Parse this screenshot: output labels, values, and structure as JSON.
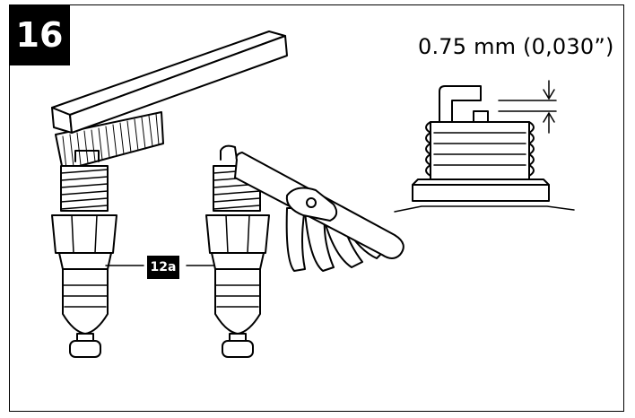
{
  "step": {
    "number": "16"
  },
  "gap_spec": {
    "text": "0.75 mm (0,030”)"
  },
  "callout": {
    "label": "12a"
  },
  "colors": {
    "ink": "#000000",
    "paper": "#ffffff"
  }
}
